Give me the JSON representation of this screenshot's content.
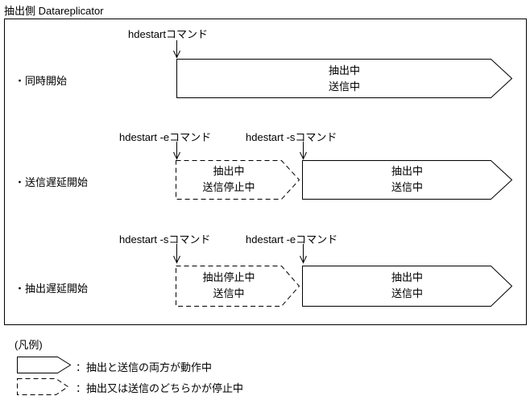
{
  "title": "抽出側 Datareplicator",
  "rows": [
    {
      "label": "・同時開始",
      "commands": [
        {
          "text": "hdestartコマンド"
        }
      ],
      "shapes": [
        {
          "style": "solid",
          "lines": [
            "抽出中",
            "送信中"
          ]
        }
      ]
    },
    {
      "label": "・送信遅延開始",
      "commands": [
        {
          "text": "hdestart -eコマンド"
        },
        {
          "text": "hdestart -sコマンド"
        }
      ],
      "shapes": [
        {
          "style": "dashed",
          "lines": [
            "抽出中",
            "送信停止中"
          ]
        },
        {
          "style": "solid",
          "lines": [
            "抽出中",
            "送信中"
          ]
        }
      ]
    },
    {
      "label": "・抽出遅延開始",
      "commands": [
        {
          "text": "hdestart -sコマンド"
        },
        {
          "text": "hdestart -eコマンド"
        }
      ],
      "shapes": [
        {
          "style": "dashed",
          "lines": [
            "抽出停止中",
            "送信中"
          ]
        },
        {
          "style": "solid",
          "lines": [
            "抽出中",
            "送信中"
          ]
        }
      ]
    }
  ],
  "legend": {
    "title": "(凡例)",
    "items": [
      {
        "style": "solid",
        "text": "：抽出と送信の両方が動作中"
      },
      {
        "style": "dashed",
        "text": "：抽出又は送信のどちらかが停止中"
      }
    ]
  },
  "colors": {
    "line": "#000000",
    "background": "#ffffff"
  }
}
